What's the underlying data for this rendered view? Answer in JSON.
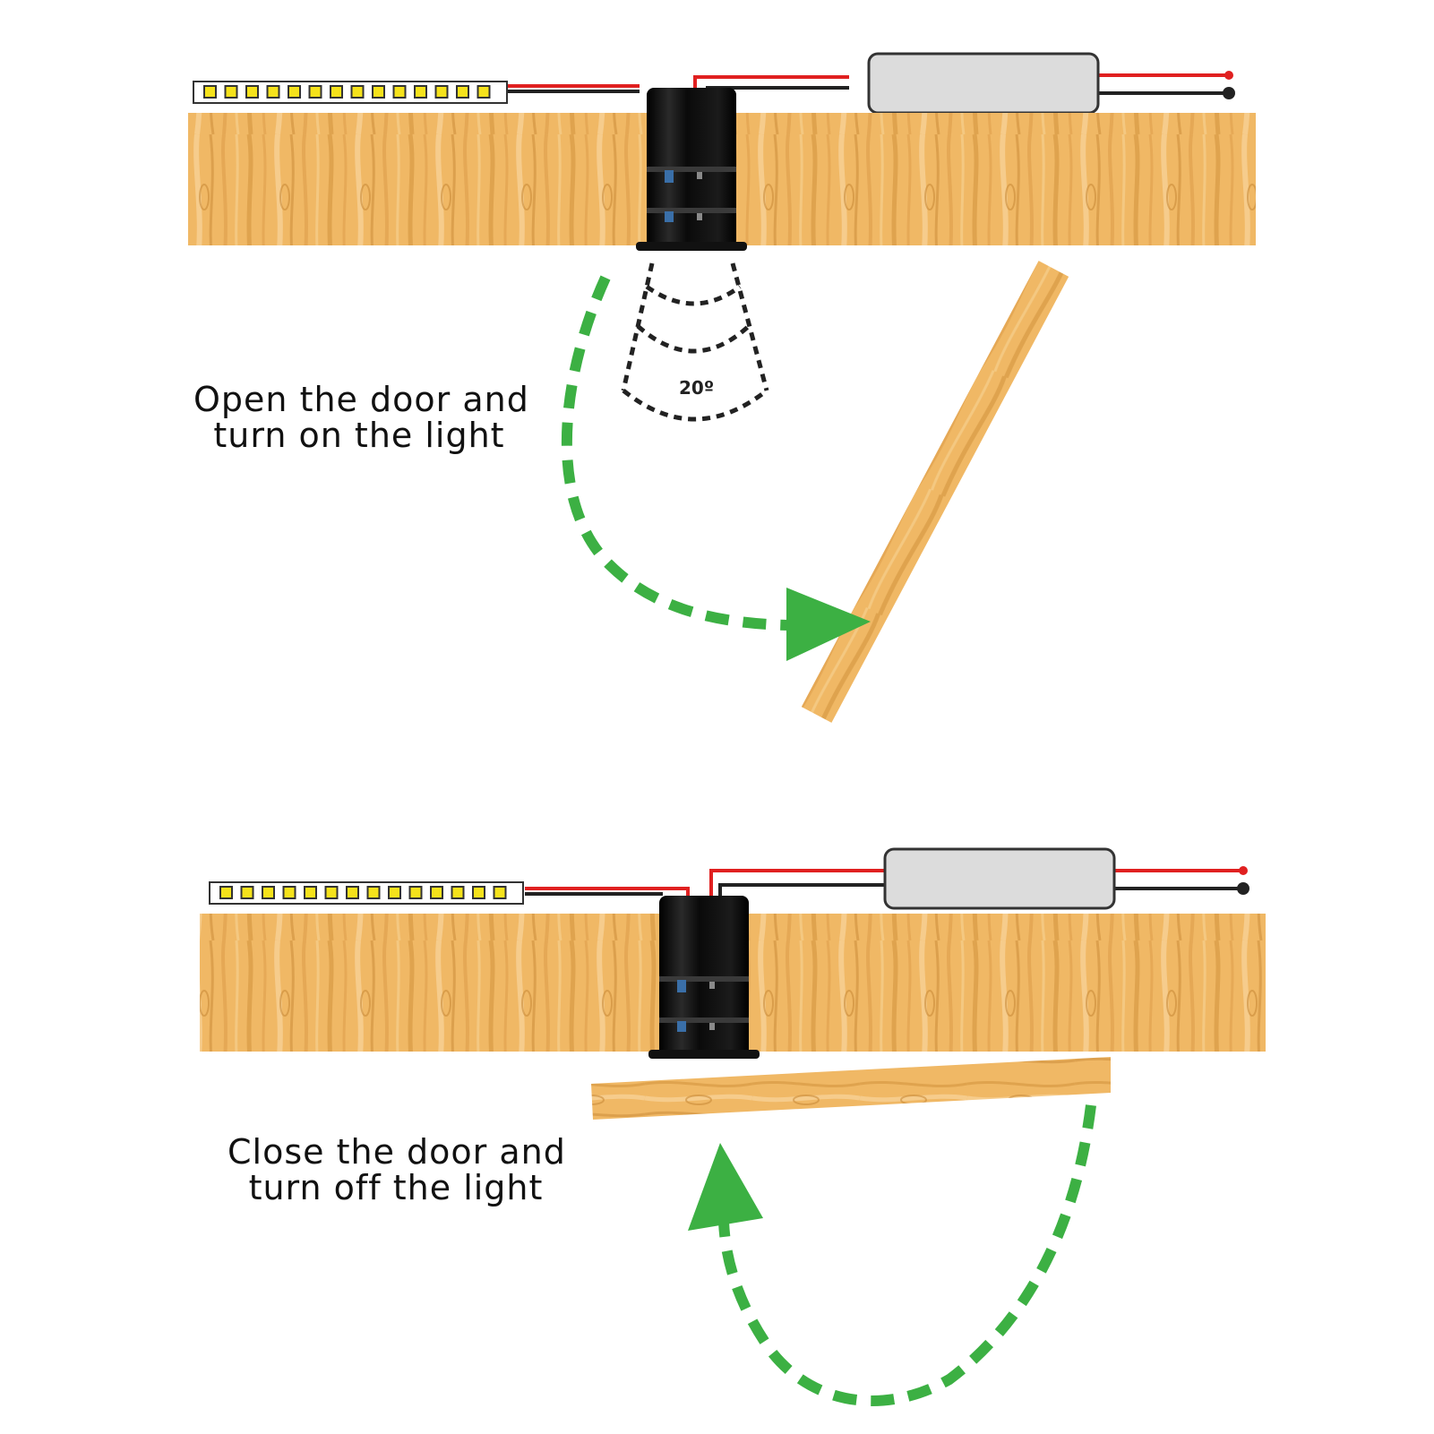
{
  "colors": {
    "wood": "#F0B865",
    "wood_grain": "#D79A45",
    "wood_light": "#F7D196",
    "sensor": "#0D0D0D",
    "sensor_highlight": "#3A6FA8",
    "wire_red": "#E02020",
    "wire_black": "#222222",
    "driver_fill": "#DCDCDC",
    "driver_stroke": "#333333",
    "led_chip": "#F5E21B",
    "arrow_green": "#3CB043",
    "detect_arc": "#222222"
  },
  "panels": [
    {
      "id": "open",
      "caption_lines": [
        "Open the door and",
        "turn on the light"
      ],
      "angle_label": "20º",
      "door_state": "open",
      "led_count": 14,
      "arrow_icon": "curved-dashed-arrow-icon"
    },
    {
      "id": "close",
      "caption_lines": [
        "Close the door and",
        "turn off the light"
      ],
      "door_state": "closed",
      "led_count": 14,
      "arrow_icon": "curved-dashed-arrow-icon"
    }
  ]
}
